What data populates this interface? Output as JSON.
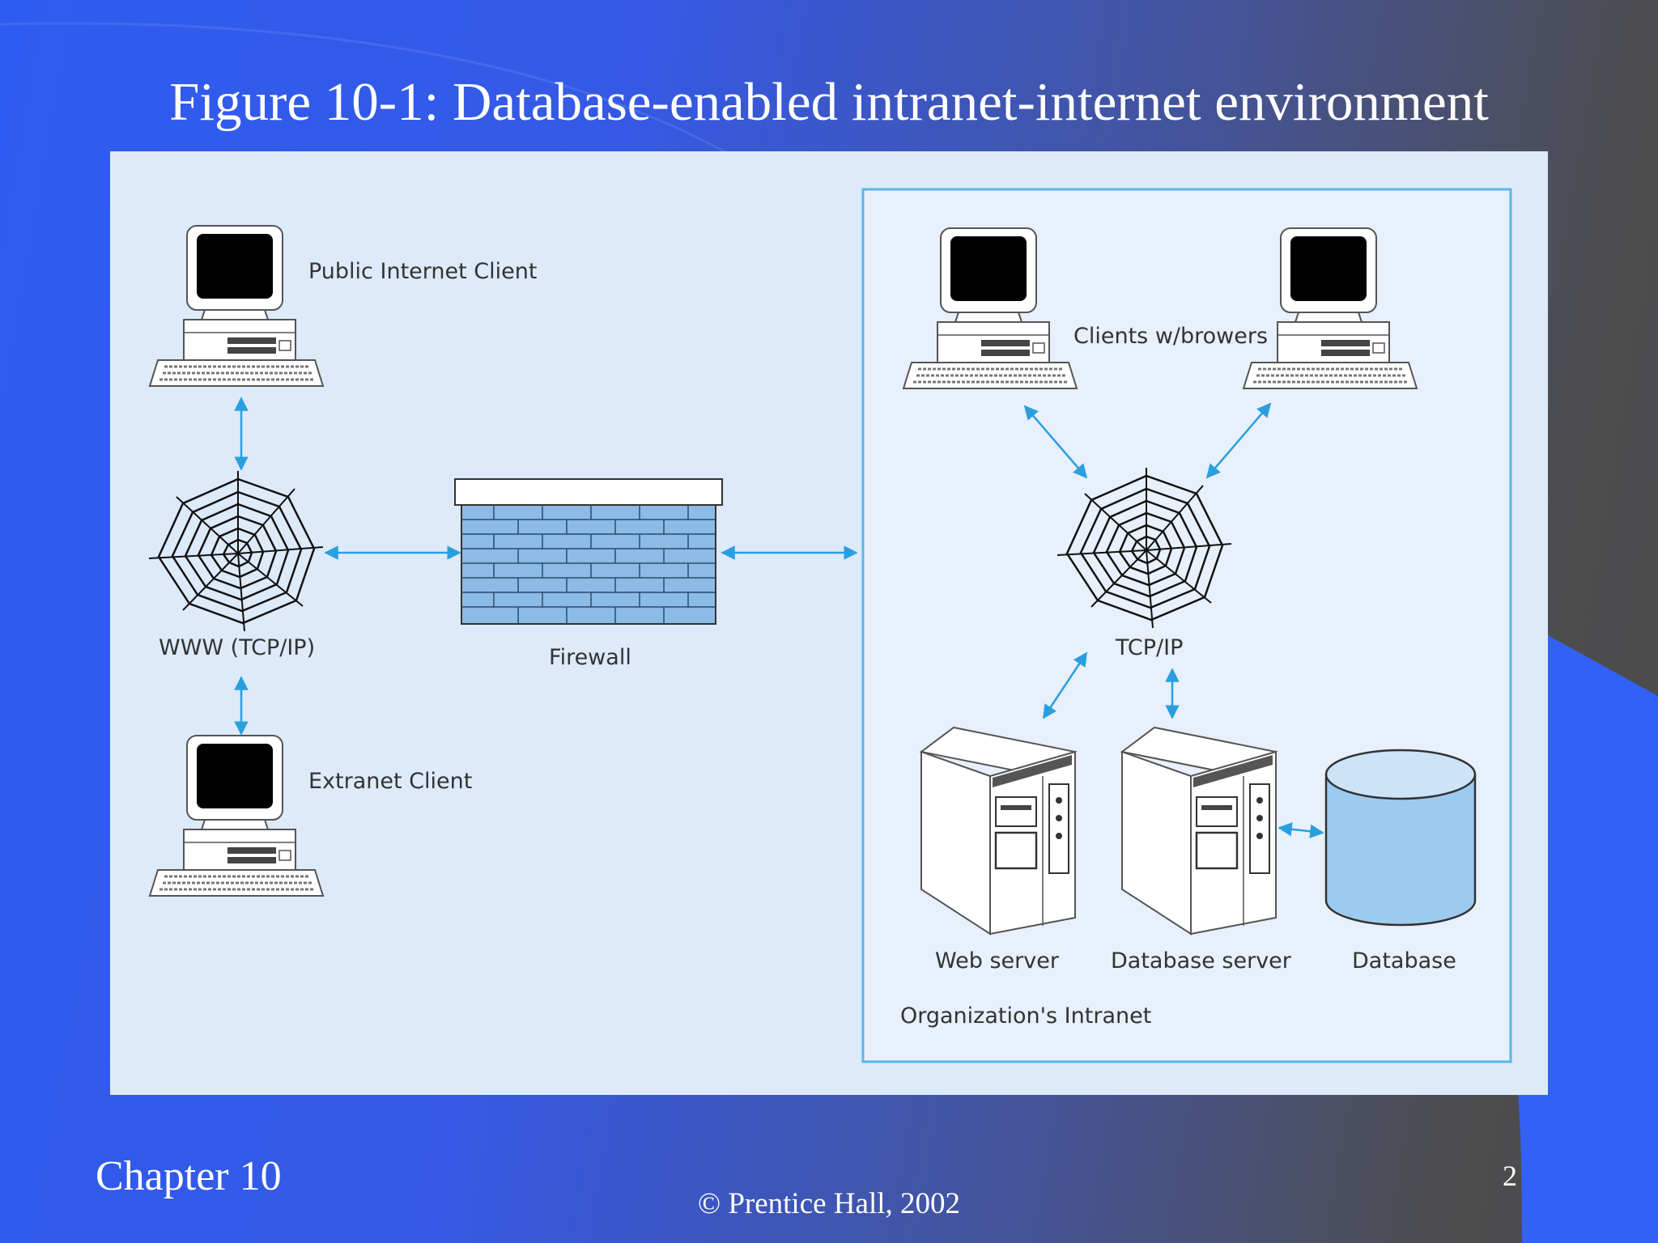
{
  "slide": {
    "title": "Figure 10-1: Database-enabled intranet-internet environment",
    "chapter": "Chapter 10",
    "copyright": "© Prentice Hall, 2002",
    "page_number": "2"
  },
  "diagram": {
    "labels": {
      "public_client": "Public Internet Client",
      "www": "WWW (TCP/IP)",
      "extranet_client": "Extranet Client",
      "firewall": "Firewall",
      "clients": "Clients w/browers",
      "tcpip": "TCP/IP",
      "web_server": "Web server",
      "db_server": "Database server",
      "database": "Database",
      "intranet": "Organization's Intranet"
    },
    "colors": {
      "panel_bg": "#ddeaf9",
      "arrow": "#2a9fe0",
      "brick": "#8bbbe6",
      "database_fill": "#9dcaf0",
      "intranet_border": "#5bb5ea"
    }
  }
}
